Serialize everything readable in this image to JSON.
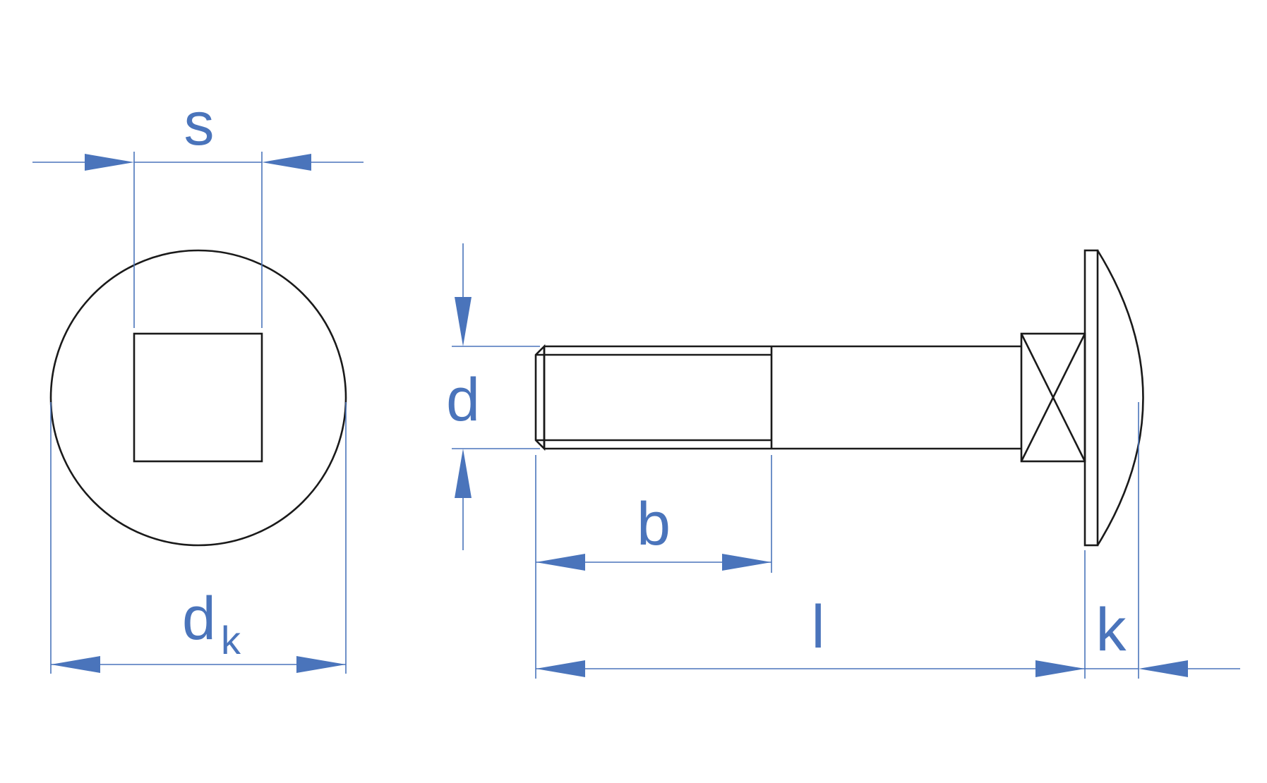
{
  "diagram": {
    "labels": {
      "s": "s",
      "dk_main": "d",
      "dk_sub": "k",
      "d": "d",
      "b": "b",
      "l": "l",
      "k": "k"
    },
    "colors": {
      "dimension": "#4a74bb",
      "outline": "#1a1a1a",
      "background": "#ffffff"
    }
  }
}
